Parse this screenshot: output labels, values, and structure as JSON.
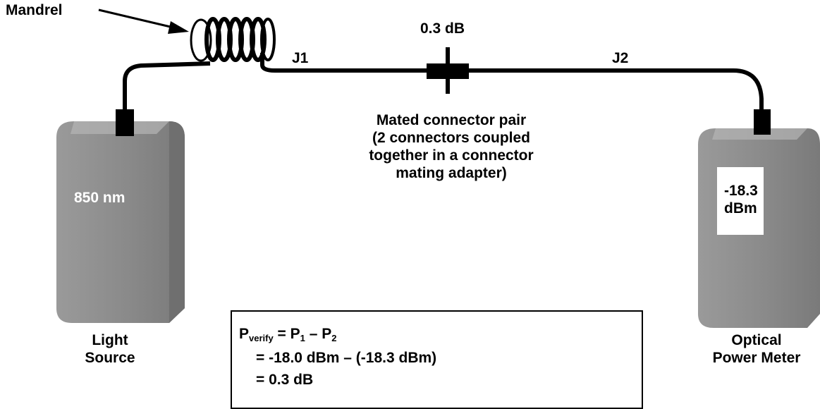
{
  "labels": {
    "mandrel": "Mandrel",
    "jumper1": "J1",
    "jumper2": "J2",
    "adapter_loss": "0.3 dB",
    "mated_pair": [
      "Mated connector pair",
      "(2 connectors coupled",
      "together in a connector",
      "mating adapter)"
    ],
    "source_wavelength": "850 nm",
    "meter_reading": [
      "-18.3",
      "dBm"
    ],
    "light_source": [
      "Light",
      "Source"
    ],
    "power_meter": [
      "Optical",
      "Power Meter"
    ]
  },
  "formula": {
    "line1": {
      "lhs": "P",
      "lhs_sub": "verify",
      "eq": " = P",
      "sub1": "1",
      "minus": " – P",
      "sub2": "2"
    },
    "line2": "= -18.0 dBm – (-18.3 dBm)",
    "line3": "= 0.3 dB"
  },
  "colors": {
    "device_fill": "#8c8c8c",
    "device_top": "#b5b5b5",
    "cable": "#000000"
  }
}
